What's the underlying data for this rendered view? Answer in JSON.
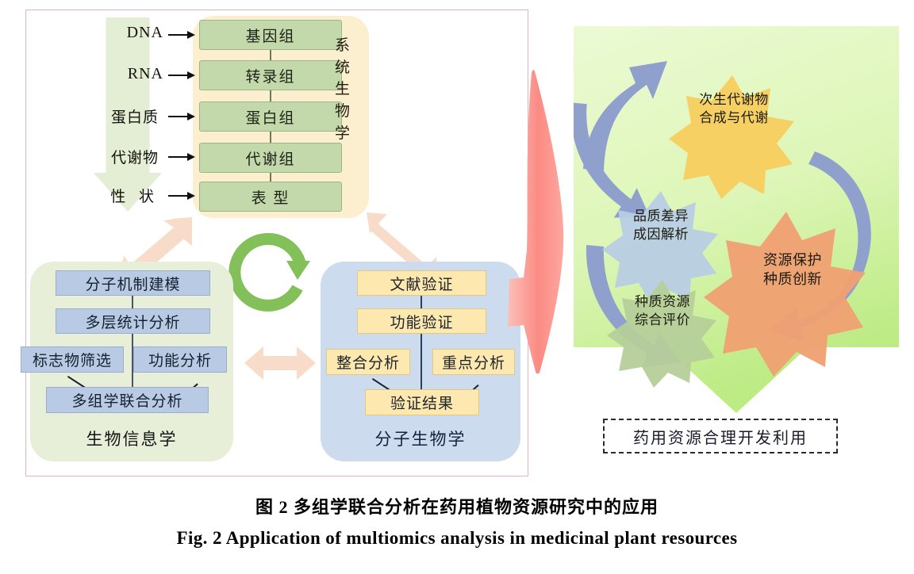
{
  "figure": {
    "caption_cn": "图 2   多组学联合分析在药用植物资源研究中的应用",
    "caption_en": "Fig. 2   Application of multiomics analysis in medicinal plant resources"
  },
  "systems_biology": {
    "panel_label": "系统生物学",
    "panel_label_chars": [
      "系",
      "统",
      "生",
      "物",
      "学"
    ],
    "inputs": [
      "DNA",
      "RNA",
      "蛋白质",
      "代谢物",
      "性 状"
    ],
    "omics_layers": [
      "基因组",
      "转录组",
      "蛋白组",
      "代谢组",
      "表 型"
    ],
    "colors": {
      "panel": "#fcefd0",
      "box": "#c4d9ab",
      "flow_arrow": "#e3eed5"
    }
  },
  "bioinformatics": {
    "title": "生物信息学",
    "boxes": [
      "分子机制建模",
      "多层统计分析",
      "标志物筛选",
      "功能分析",
      "多组学联合分析"
    ],
    "colors": {
      "panel": "#e7efd9",
      "box": "#b9cae4"
    }
  },
  "molecular_biology": {
    "title": "分子生物学",
    "boxes": [
      "文献验证",
      "功能验证",
      "整合分析",
      "重点分析",
      "验证结果"
    ],
    "colors": {
      "panel": "#ccdcee",
      "box": "#fde9b0"
    }
  },
  "applications": {
    "gears": [
      {
        "label_lines": [
          "次生代谢物",
          "合成与代谢"
        ],
        "color": "#f7ce5e"
      },
      {
        "label_lines": [
          "品质差异",
          "成因解析"
        ],
        "color": "#b8cde4"
      },
      {
        "label_lines": [
          "资源保护",
          "种质创新"
        ],
        "color": "#f0a072"
      },
      {
        "label_lines": [
          "种质资源",
          "综合评价"
        ],
        "color": "#b6cf9a"
      }
    ],
    "outcome": "药用资源合理开发利用",
    "colors": {
      "panel": "#ccf0a0",
      "arrow": "#8fa0cd"
    }
  },
  "connectors": {
    "cycle_icon": "circular-refresh-arrow",
    "transfer_icon": "large-right-arrow",
    "colors": {
      "cycle": "#84c05a",
      "peach": "#f8dbc8",
      "transfer": "#fb8b84"
    }
  }
}
